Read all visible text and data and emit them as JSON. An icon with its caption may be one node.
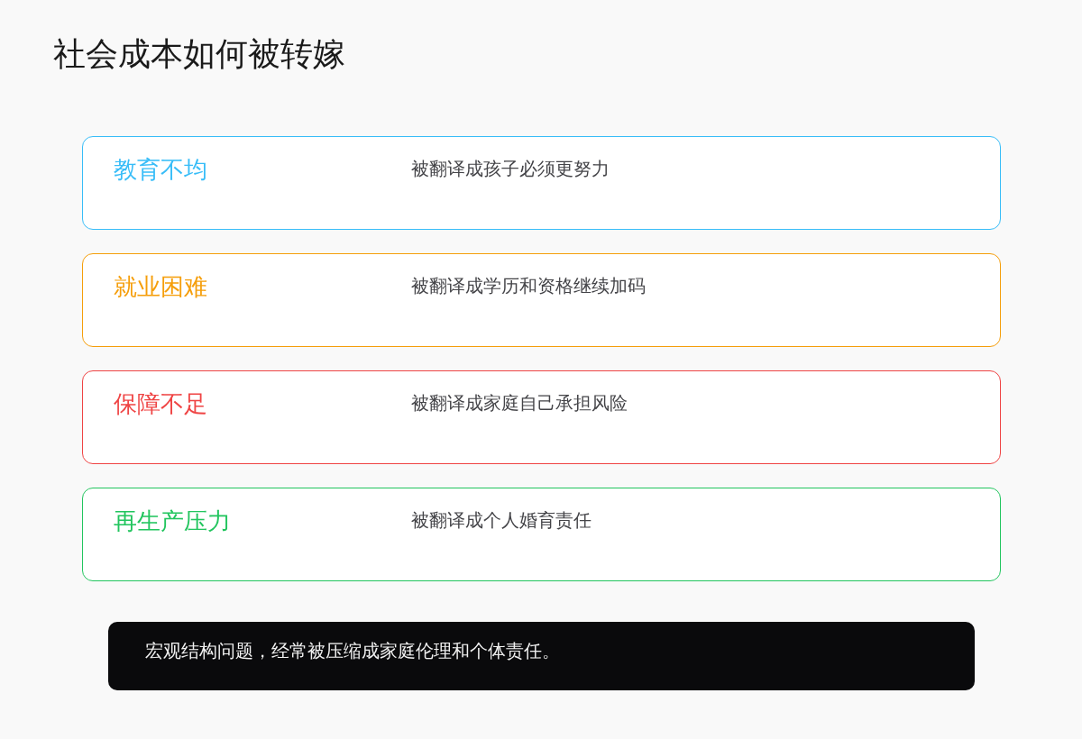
{
  "diagram": {
    "title": "社会成本如何被转嫁",
    "nodes": [
      {
        "text": [
          "教育不均",
          "被翻译成孩子必须更努力"
        ]
      },
      {
        "text": [
          "就业困难",
          "被翻译成学历和资格继续加码"
        ]
      },
      {
        "text": [
          "保障不足",
          "被翻译成家庭自己承担风险"
        ]
      },
      {
        "text": [
          "再生产压力",
          "被翻译成个人婚育责任"
        ]
      },
      {
        "text": [
          "宏观结构问题，经常被压缩成家庭伦理和个体责任。"
        ]
      }
    ]
  }
}
